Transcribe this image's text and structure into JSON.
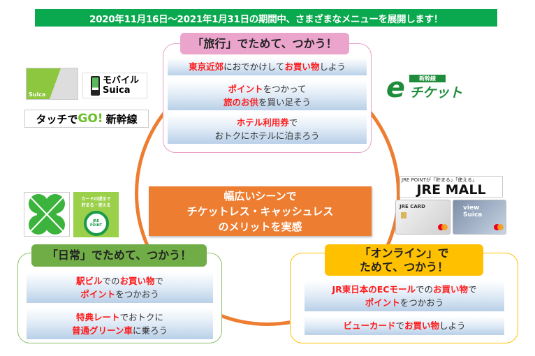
{
  "banner": "2020年11月16日～2021年1月31日の期間中、さまざまなメニューを展開します！",
  "colors": {
    "banner": "#0aa84f",
    "circle": "#ed7d31",
    "travel": "#e8a0c8",
    "daily": "#70ad47",
    "online": "#ffc000",
    "highlight": "#ff1a1a"
  },
  "center": [
    "幅広いシーンで",
    "チケットレス・キャッシュレス",
    "のメリットを実感"
  ],
  "travel": {
    "header": [
      "「旅行」でためて、つかう！"
    ],
    "items": [
      [
        [
          {
            "t": "東京近郊",
            "r": true
          },
          {
            "t": "におでかけして"
          },
          {
            "t": "お買い物",
            "r": true
          },
          {
            "t": "しよう"
          }
        ]
      ],
      [
        [
          {
            "t": "ポイント",
            "r": true
          },
          {
            "t": "をつかって"
          }
        ],
        [
          {
            "t": "旅のお供",
            "r": true
          },
          {
            "t": "を買い足そう"
          }
        ]
      ],
      [
        [
          {
            "t": "ホテル利用券",
            "r": true
          },
          {
            "t": "で"
          }
        ],
        [
          {
            "t": "おトクにホテルに泊まろう"
          }
        ]
      ]
    ]
  },
  "daily": {
    "header": [
      "「日常」でためて、つかう！"
    ],
    "items": [
      [
        [
          {
            "t": "駅ビル",
            "r": true
          },
          {
            "t": "での"
          },
          {
            "t": "お買い物",
            "r": true
          },
          {
            "t": "で"
          }
        ],
        [
          {
            "t": "ポイント",
            "r": true
          },
          {
            "t": "をつかおう"
          }
        ]
      ],
      [
        [
          {
            "t": "特典レート",
            "r": true
          },
          {
            "t": "でおトクに"
          }
        ],
        [
          {
            "t": "普通グリーン車",
            "r": true
          },
          {
            "t": "に乗ろう"
          }
        ]
      ]
    ]
  },
  "online": {
    "header": [
      "「オンライン」で",
      "ためて、つかう！"
    ],
    "items": [
      [
        [
          {
            "t": "JR東日本のECモール",
            "r": true
          },
          {
            "t": "での"
          },
          {
            "t": "お買い物",
            "r": true
          },
          {
            "t": "で"
          }
        ],
        [
          {
            "t": "ポイント",
            "r": true
          },
          {
            "t": "をつかおう"
          }
        ]
      ],
      [
        [
          {
            "t": "ビューカード",
            "r": true
          },
          {
            "t": "で"
          },
          {
            "t": "お買い物",
            "r": true
          },
          {
            "t": "しよう"
          }
        ]
      ]
    ]
  },
  "logos": {
    "suica_card": "Suica",
    "mobile_suica": [
      "モバイル",
      "Suica"
    ],
    "touch_go": [
      "タッチで",
      "GO!",
      "新幹線"
    ],
    "eticket": [
      "新幹線",
      "チケット"
    ],
    "jre_point": [
      "カードの提示で",
      "貯まる・使える",
      "JRE POINT"
    ],
    "jre_mall": [
      "JRE POINTが「貯まる」「使える」",
      "JRE MALL"
    ],
    "jre_card": "JRE CARD",
    "view_suica": "view Suica"
  }
}
